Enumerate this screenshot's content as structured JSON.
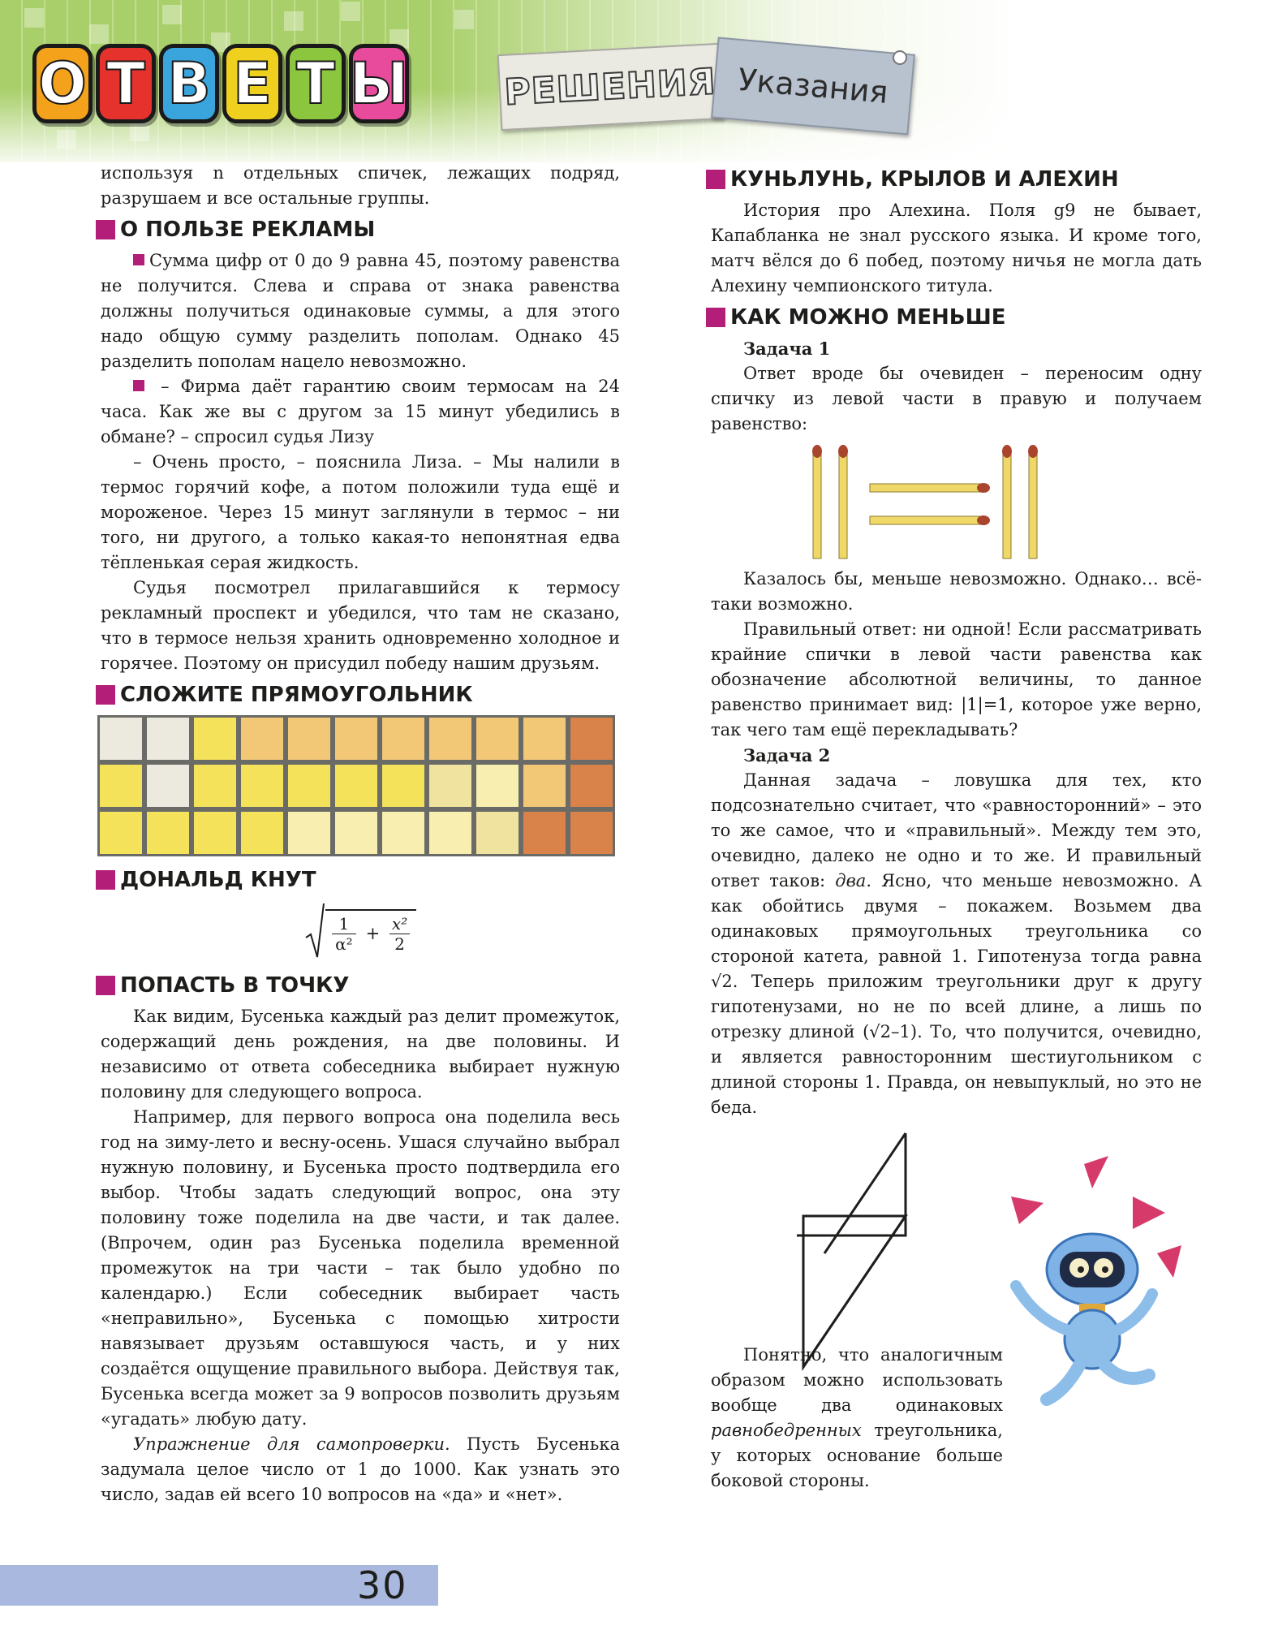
{
  "header": {
    "title_letters": [
      "О",
      "Т",
      "В",
      "Е",
      "Т",
      "Ы"
    ],
    "title_colors": [
      "#f4a21c",
      "#e5322d",
      "#3aa4dd",
      "#f0d01e",
      "#8cc63f",
      "#e84a9c"
    ],
    "label_1": "РЕШЕНИЯ",
    "label_2": "Указания"
  },
  "left": {
    "intro": "используя n отдельных спичек, лежащих подряд, разрушаем и все остальные группы.",
    "s1_title": "О ПОЛЬЗЕ РЕКЛАМЫ",
    "s1_p1": "Сумма цифр от 0 до 9 равна 45, поэтому равенства не получится. Слева и справа от знака равенства должны получиться одинаковые суммы, а для этого надо общую сумму разделить пополам. Однако 45 разделить пополам нацело невозможно.",
    "s1_p2": "– Фирма даёт гарантию своим термосам на 24 часа. Как же вы с другом за 15 минут убедились в обмане? – спросил судья Лизу",
    "s1_p3": "– Очень просто, – пояснила Лиза. – Мы налили в термос горячий кофе, а потом положили туда ещё и мороженое. Через 15 минут заглянули в термос – ни того, ни другого, а только какая-то непонятная едва тёпленькая серая жидкость.",
    "s1_p4": "Судья посмотрел прилагавшийся к термосу рекламный проспект и убедился, что там не сказано, что в термосе нельзя хранить одновременно холодное и горячее. Поэтому он присудил победу нашим друзьям.",
    "s2_title": "СЛОЖИТЕ ПРЯМОУГОЛЬНИК",
    "s3_title": "ДОНАЛЬД КНУТ",
    "formula": {
      "num1": "1",
      "den1": "α²",
      "plus": "+",
      "num2": "x²",
      "den2": "2"
    },
    "s4_title": "ПОПАСТЬ В ТОЧКУ",
    "s4_p1": "Как видим, Бусенька каждый раз делит промежуток, содержащий день рождения, на две половины. И независимо от ответа собеседника выбирает нужную половину для следующего вопроса.",
    "s4_p2": "Например, для первого вопроса она поделила весь год на зиму-лето и весну-осень. Ушася случайно выбрал нужную половину, и Бусенька просто подтвердила его выбор. Чтобы задать следующий вопрос, она эту половину тоже поделила на две части, и так далее. (Впрочем, один раз Бусенька поделила временной промежуток на три части – так было удобно по календарю.) Если собеседник выбирает часть «неправильно», Бусенька с помощью хитрости навязывает друзьям оставшуюся часть, и у них создаётся ощущение правильного выбора. Действуя так, Бусенька всегда может за 9 вопросов позволить друзьям «угадать» любую дату.",
    "s4_p3_em": "Упражнение для самопроверки.",
    "s4_p3": " Пусть Бусенька задумала целое число от 1 до 1000. Как узнать это число, задав ей всего 10 вопросов на «да» и «нет»."
  },
  "right": {
    "s5_title": "КУНЬЛУНЬ, КРЫЛОВ И АЛЕХИН",
    "s5_p1": "История про Алехина. Поля g9 не бывает, Капабланка не знал русского языка. И кроме того, матч вёлся до 6 побед, поэтому ничья не могла дать Алехину чемпионского титула.",
    "s6_title": "КАК МОЖНО МЕНЬШЕ",
    "task1": "Задача 1",
    "t1_p1": "Ответ вроде бы очевиден – переносим одну спичку из левой части в правую и получаем равенство:",
    "t1_p2": "Казалось бы, меньше невозможно. Однако… всё-таки возможно.",
    "t1_p3": "Правильный ответ: ни одной! Если рассматривать крайние спички в левой части равенства как обозначение абсолютной величины, то данное равенство принимает вид: |1|=1, которое уже верно, так чего там ещё перекладывать?",
    "task2": "Задача 2",
    "t2_p1a": "Данная задача – ловушка для тех, кто подсознательно считает, что «равносторонний» – это то же самое, что и «правильный». Между тем это, очевидно, далеко не одно и то же. И правильный ответ таков: ",
    "t2_p1_em": "два",
    "t2_p1b": ". Ясно, что меньше невозможно. А как обойтись двумя – покажем. Возьмем два одинаковых прямоугольных треугольника со стороной катета, равной 1. Гипотенуза тогда равна √2. Теперь приложим треугольники друг к другу гипотенузами, но не по всей длине, а лишь по отрезку длиной (√2–1). То, что получится, очевидно, и является равносторонним шестиугольником с длиной стороны 1. Правда, он невыпуклый, но это не беда.",
    "t2_p2a": "Понятно, что аналогичным образом можно использовать вообще два одинаковых ",
    "t2_p2_em": "равнобедренных",
    "t2_p2b": " треугольника, у которых основание больше боковой стороны."
  },
  "footer": {
    "page_number": "30"
  },
  "colors": {
    "accent": "#b31e78",
    "footer_band": "#a9b8de",
    "match_body": "#f0d868",
    "match_head": "#a8452c"
  }
}
